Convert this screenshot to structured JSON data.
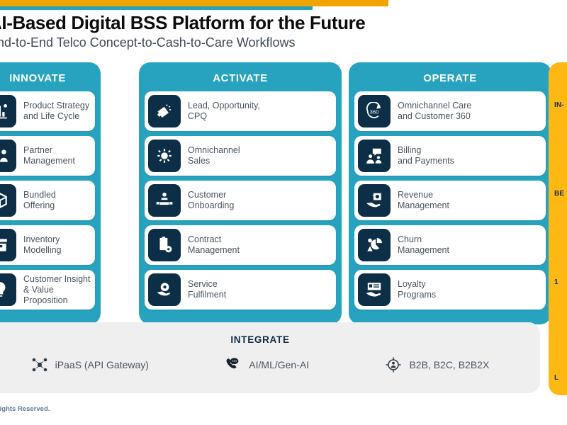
{
  "decor": {
    "gold_bar_color": "#F0A500",
    "teal_bar_color": "#27A3BF",
    "column_color": "#27A3BF",
    "icon_tile_color": "#0C2E46",
    "integrate_band_color": "#EFEFEF",
    "yellow_column_color": "#FDB813"
  },
  "header": {
    "title": "AI-Based Digital BSS Platform for the Future",
    "subtitle": "End-to-End Telco Concept-to-Cash-to-Care Workflows"
  },
  "columns": [
    {
      "title": "INNOVATE",
      "items": [
        {
          "label": "Product Strategy\nand Life Cycle",
          "icon": "strategy-icon"
        },
        {
          "label": "Partner\nManagement",
          "icon": "partner-icon"
        },
        {
          "label": "Bundled\nOffering",
          "icon": "bundle-icon"
        },
        {
          "label": "Inventory\nModelling",
          "icon": "inventory-icon"
        },
        {
          "label": "Customer Insight\n& Value Proposition",
          "icon": "insight-icon"
        }
      ]
    },
    {
      "title": "ACTIVATE",
      "items": [
        {
          "label": "Lead, Opportunity,\nCPQ",
          "icon": "megaphone-icon"
        },
        {
          "label": "Omnichannel\nSales",
          "icon": "omnichannel-sales-icon"
        },
        {
          "label": "Customer\nOnboarding",
          "icon": "handshake-icon"
        },
        {
          "label": "Contract\nManagement",
          "icon": "clipboard-gear-icon"
        },
        {
          "label": "Service\nFulfilment",
          "icon": "hand-gear-icon"
        }
      ]
    },
    {
      "title": "OPERATE",
      "items": [
        {
          "label": "Omnichannel Care\nand Customer 360",
          "icon": "customer-360-icon"
        },
        {
          "label": "Billing\nand Payments",
          "icon": "billing-icon"
        },
        {
          "label": "Revenue\nManagement",
          "icon": "revenue-icon"
        },
        {
          "label": "Churn\nManagement",
          "icon": "churn-chart-icon"
        },
        {
          "label": "Loyalty\nPrograms",
          "icon": "loyalty-card-icon"
        }
      ]
    }
  ],
  "integrate": {
    "title": "INTEGRATE",
    "items": [
      {
        "label": "iPaaS (API Gateway)",
        "icon": "api-gateway-icon"
      },
      {
        "label": "AI/ML/Gen-AI",
        "icon": "ai-chat-icon"
      },
      {
        "label": "B2B, B2C, B2B2X",
        "icon": "target-customer-icon"
      }
    ]
  },
  "side_panel": {
    "labels": [
      "IN-",
      "BE",
      "1",
      "L"
    ]
  },
  "footer": {
    "text": "All Rights Reserved."
  }
}
